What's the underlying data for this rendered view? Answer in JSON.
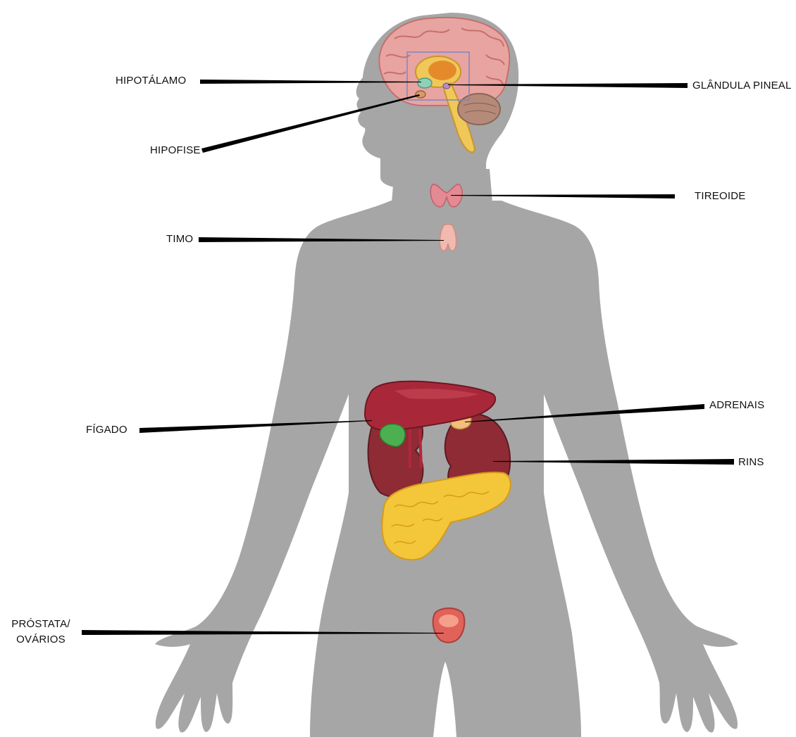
{
  "colors": {
    "background": "#ffffff",
    "silhouette": "#a6a6a6",
    "leader_line": "#000000",
    "label_text": "#111111",
    "brain": "#e8a4a0",
    "liver": "#a8283a",
    "kidney": "#8e2b35",
    "pancreas": "#f4c63a",
    "thyroid": "#e38a92",
    "thymus": "#f1b9b0",
    "prostate": "#e0625a",
    "cerebellum": "#b58a78"
  },
  "labels": {
    "hipotalamo": "HIPOTÁLAMO",
    "hipofise": "HIPOFISE",
    "glandula_pineal": "GLÂNDULA PINEAL",
    "tireoide": "TIREOIDE",
    "timo": "TIMO",
    "figado": "FÍGADO",
    "adrenais": "ADRENAIS",
    "rins": "RINS",
    "prostata_line1": "PRÓSTATA/",
    "prostata_line2": "OVÁRIOS"
  }
}
